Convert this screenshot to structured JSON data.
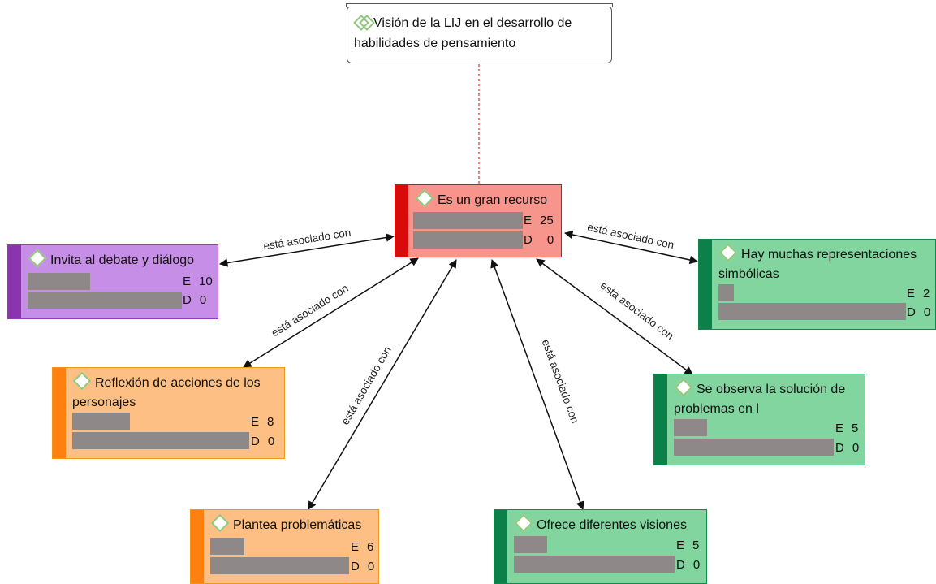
{
  "root": {
    "title": "Visión de la LIJ en el desarrollo de habilidades de pensamiento",
    "icon": "quotation-icon"
  },
  "edge_label": "está asociado con",
  "nodes": {
    "center": {
      "title": "Es un gran recurso",
      "e_label": "E",
      "e": "25",
      "d_label": "D",
      "d": "0",
      "color": "#f7958c"
    },
    "invita": {
      "title": "Invita al debate y diálogo",
      "e_label": "E",
      "e": "10",
      "d_label": "D",
      "d": "0",
      "color": "#c78ee8"
    },
    "reflexion": {
      "title": "Reflexión de acciones de los personajes",
      "e_label": "E",
      "e": "8",
      "d_label": "D",
      "d": "0",
      "color": "#fdbf83"
    },
    "plantea": {
      "title": "Plantea problemáticas",
      "e_label": "E",
      "e": "6",
      "d_label": "D",
      "d": "0",
      "color": "#fdbf83"
    },
    "ofrece": {
      "title": "Ofrece diferentes visiones",
      "e_label": "E",
      "e": "5",
      "d_label": "D",
      "d": "0",
      "color": "#83d59f"
    },
    "observa": {
      "title": "Se observa la solución de problemas en l",
      "e_label": "E",
      "e": "5",
      "d_label": "D",
      "d": "0",
      "color": "#83d59f"
    },
    "hay": {
      "title": "Hay muchas representaciones simbólicas",
      "e_label": "E",
      "e": "2",
      "d_label": "D",
      "d": "0",
      "color": "#83d59f"
    }
  }
}
